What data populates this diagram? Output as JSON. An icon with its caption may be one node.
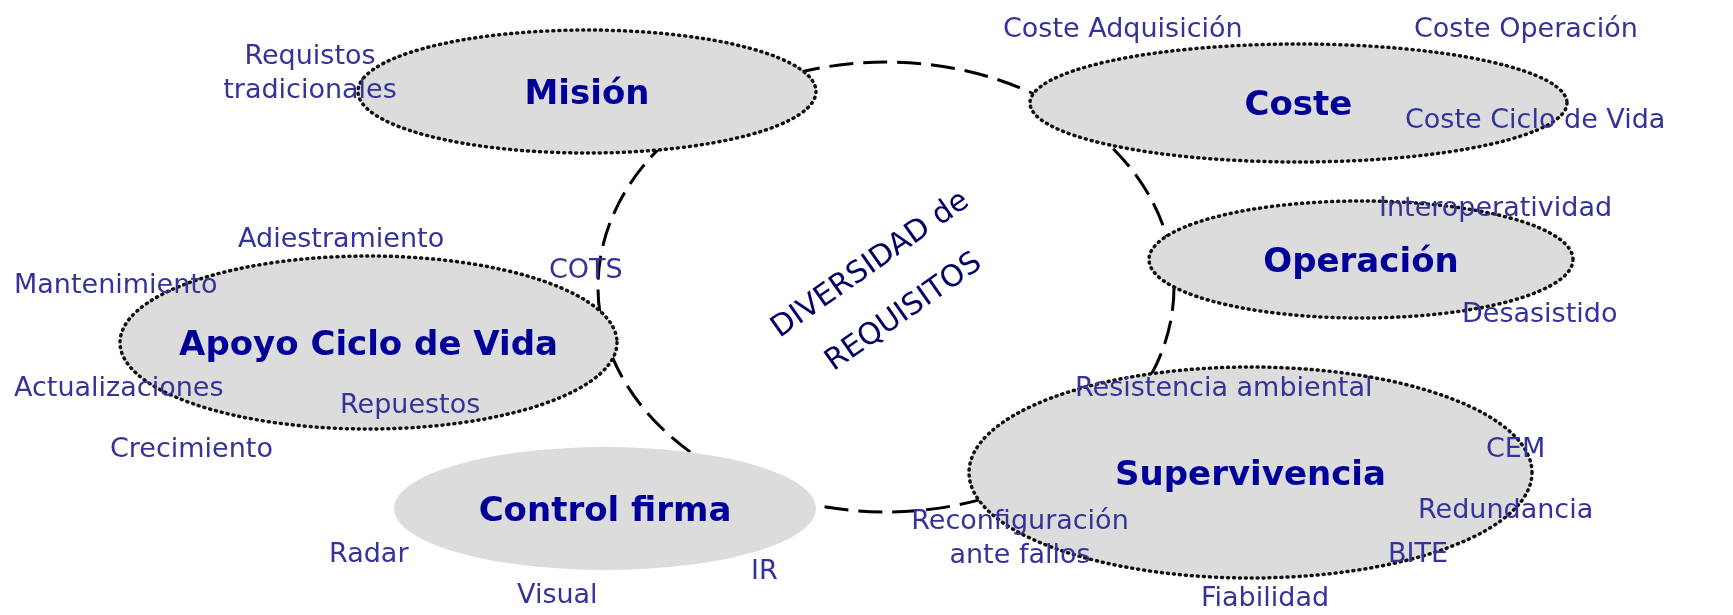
{
  "diagram": {
    "nodes": [
      {
        "text": [
          "Misión"
        ],
        "beside": [
          "Requistos tradicionales"
        ]
      },
      {
        "text": [
          "Coste",
          "Coste Ciclo de Vida"
        ],
        "beside": [
          "Coste Adquisición",
          "Coste Operación"
        ]
      },
      {
        "text": [
          "DIVERSIDAD de REQUISITOS"
        ]
      },
      {
        "text": [
          "Apoyo Ciclo de Vida",
          "Repuestos"
        ],
        "beside": [
          "Adiestramiento",
          "COTS",
          "Mantenimiento",
          "Actualizaciones",
          "Crecimiento"
        ]
      },
      {
        "text": [
          "Operación"
        ],
        "beside": [
          "Interoperatividad",
          "Desasistido"
        ]
      },
      {
        "text": [
          "Supervivencia",
          "Resistencia ambiental",
          "CEM",
          "Redundancia",
          "BITE"
        ],
        "beside": [
          "Reconfiguración ante fallos",
          "Fiabilidad"
        ]
      },
      {
        "text": [
          "Control firma"
        ],
        "beside": [
          "Radar",
          "Visual",
          "IR"
        ]
      }
    ]
  }
}
